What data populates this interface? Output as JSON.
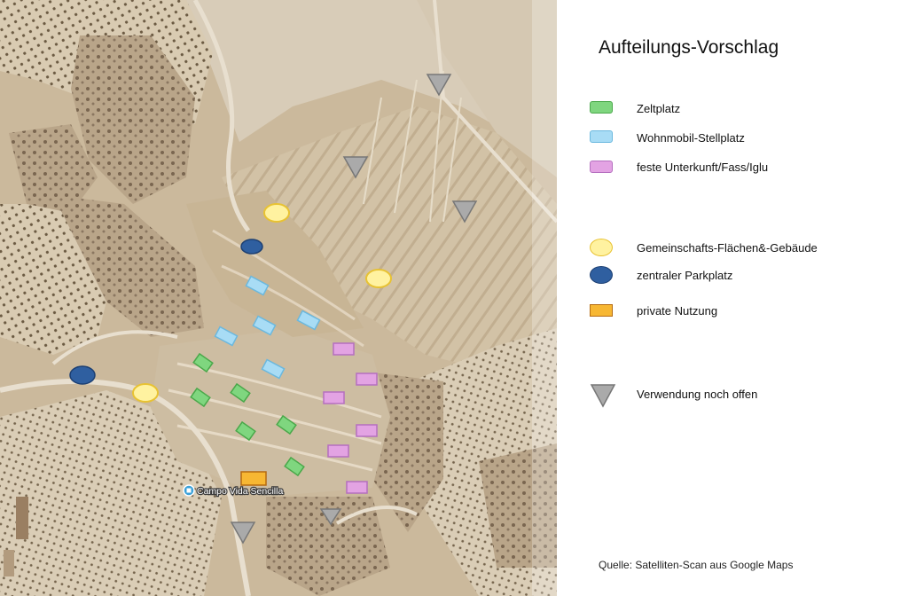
{
  "legend": {
    "title": "Aufteilungs-Vorschlag",
    "items": [
      {
        "label": "Zeltplatz",
        "symbol": "rect",
        "fill": "#7fd67f",
        "stroke": "#4aa84a"
      },
      {
        "label": "Wohnmobil-Stellplatz",
        "symbol": "rect",
        "fill": "#a8dcf5",
        "stroke": "#6bb8de"
      },
      {
        "label": "feste Unterkunft/Fass/Iglu",
        "symbol": "rect",
        "fill": "#e3a3e3",
        "stroke": "#b56fbf"
      },
      {
        "label": "Gemeinschafts-Flächen&-Gebäude",
        "symbol": "ellipse",
        "fill": "#fff2a0",
        "stroke": "#e8c232"
      },
      {
        "label": "zentraler Parkplatz",
        "symbol": "ellipse",
        "fill": "#2f5fa0",
        "stroke": "#1c3f72"
      },
      {
        "label": "private Nutzung",
        "symbol": "rect",
        "fill": "#f7b733",
        "stroke": "#b56a10"
      },
      {
        "label": "Verwendung noch offen",
        "symbol": "triangle",
        "fill": "#aaaaaa",
        "stroke": "#777777"
      }
    ]
  },
  "map": {
    "poi_label": "Campo Vida Sencilla",
    "poi_icon": "map-pin-icon"
  },
  "source": "Quelle: Satelliten-Scan aus Google Maps"
}
